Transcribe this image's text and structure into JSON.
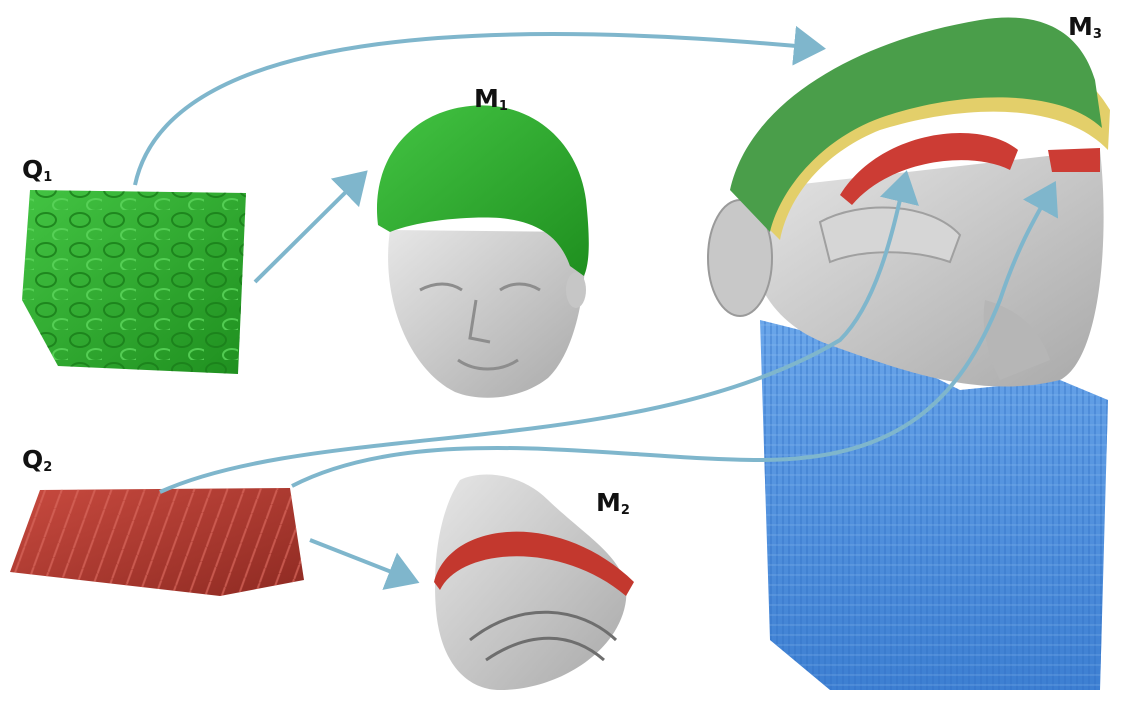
{
  "labels": {
    "q1": {
      "main": "Q",
      "sub": "1"
    },
    "q2": {
      "main": "Q",
      "sub": "2"
    },
    "m1": {
      "main": "M",
      "sub": "1"
    },
    "m2": {
      "main": "M",
      "sub": "2"
    },
    "m3": {
      "main": "M",
      "sub": "3"
    }
  },
  "colors": {
    "green_pattern": "#2fb12f",
    "green_band": "#4a9e4a",
    "red_pattern": "#b8382e",
    "blue_beard": "#4a90e0",
    "gray_surface": "#cfcfcf",
    "arrow": "#7fb6cc",
    "gold_band": "#e3cf6a"
  },
  "items": [
    {
      "name": "query-patch-q1",
      "icon": "green-textured-patch"
    },
    {
      "name": "query-patch-q2",
      "icon": "red-textured-patch"
    },
    {
      "name": "model-m1",
      "icon": "head-with-green-cap"
    },
    {
      "name": "model-m2",
      "icon": "fragment-with-red-band"
    },
    {
      "name": "model-m3",
      "icon": "bearded-head-statue"
    }
  ]
}
